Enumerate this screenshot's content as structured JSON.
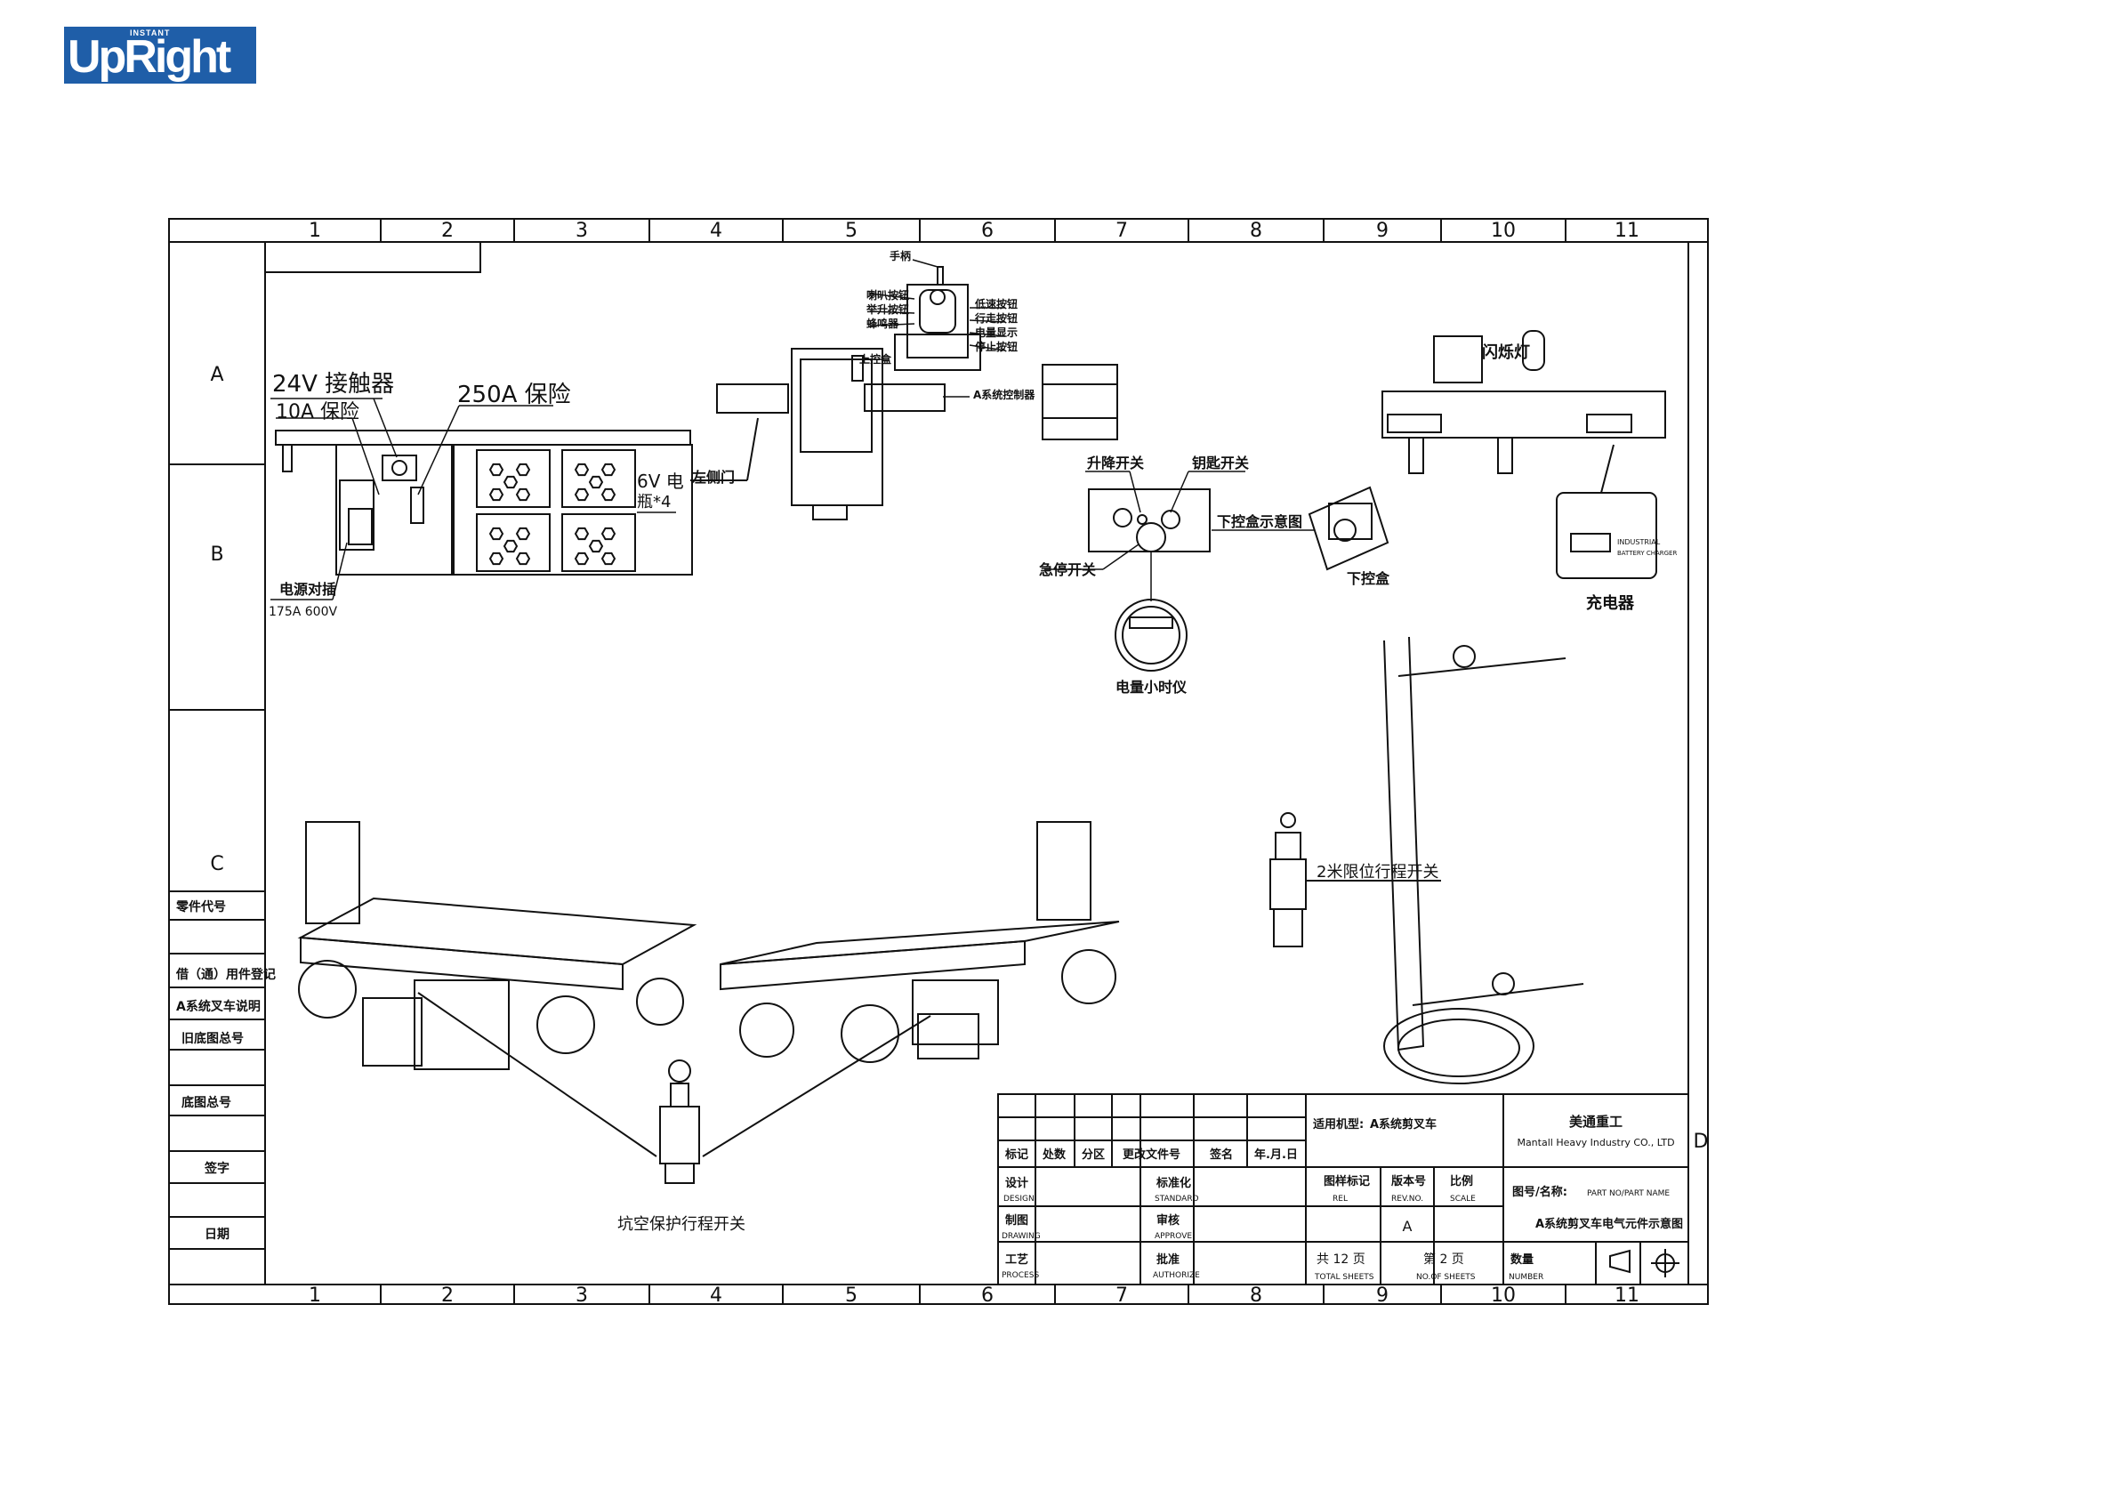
{
  "logo": {
    "instant": "INSTANT",
    "name": "UpRight",
    "color": "#1f5ea8"
  },
  "grid": {
    "columns": [
      "1",
      "2",
      "3",
      "4",
      "5",
      "6",
      "7",
      "8",
      "9",
      "10",
      "11"
    ],
    "rows": [
      "A",
      "B",
      "C",
      "D"
    ]
  },
  "left_strip": {
    "part_code": "零件代号",
    "common_parts": "借（通）用件登记",
    "title_desc": "A系统叉车说明",
    "old_drawing_no": "旧底图总号",
    "base_drawing_no": "底图总号",
    "signature": "签字",
    "date": "日期"
  },
  "labels": {
    "contactor": "24V 接触器",
    "fuse_250": "250A 保险",
    "fuse_10": "10A 保险",
    "battery": "6V 电",
    "battery_count": "瓶*4",
    "power_socket": "电源对插",
    "socket_rating": "175A 600V",
    "left_door": "左侧门",
    "handle": "手柄",
    "horn_button": "喇叭按钮",
    "lift_button": "举升按钮",
    "buzzer": "蜂鸣器",
    "low_speed_button": "低速按钮",
    "drive_button": "行走按钮",
    "battery_display": "电量显示",
    "stop_button": "停止按钮",
    "upper_control": "上控盒",
    "a_system_controller": "A系统控制器",
    "lift_switch": "升降开关",
    "key_switch": "钥匙开关",
    "lower_control_diagram": "下控盒示意图",
    "emergency_stop": "急停开关",
    "lower_control": "下控盒",
    "hour_meter": "电量小时仪",
    "flash_light": "闪烁灯",
    "charger": "充电器",
    "charger_brand": "INDUSTRIAL",
    "charger_type": "BATTERY CHARGER",
    "limit_switch_2m": "2米限位行程开关",
    "pothole_switch": "坑空保护行程开关"
  },
  "title_block": {
    "applicable_model_label": "适用机型:",
    "applicable_model": "A系统剪叉车",
    "company_cn": "美通重工",
    "company_en": "Mantall Heavy Industry CO., LTD",
    "mark": "标记",
    "quantity": "处数",
    "zone": "分区",
    "change_doc": "更改文件号",
    "sign": "签名",
    "ymd": "年.月.日",
    "design_cn": "设计",
    "design_en": "DESIGN",
    "standard_cn": "标准化",
    "standard_en": "STANDARD",
    "drawing_cn": "制图",
    "drawing_en": "DRAWING",
    "approve_cn": "审核",
    "approve_en": "APPROVE",
    "process_cn": "工艺",
    "process_en": "PROCESS",
    "authorize_cn": "批准",
    "authorize_en": "AUTHORIZE",
    "rel_cn": "图样标记",
    "rel_en": "REL",
    "rev_cn": "版本号",
    "rev_en": "REV.NO.",
    "scale_cn": "比例",
    "scale_en": "SCALE",
    "rev_value": "A",
    "part_no_label": "图号/名称:",
    "part_no_en": "PART NO/PART NAME",
    "part_name": "A系统剪叉车电气元件示意图",
    "total_sheets": "共 12 页",
    "total_sheets_en": "TOTAL SHEETS",
    "sheet_no": "第 2 页",
    "sheet_no_en": "NO.OF SHEETS",
    "number_cn": "数量",
    "number_en": "NUMBER"
  }
}
